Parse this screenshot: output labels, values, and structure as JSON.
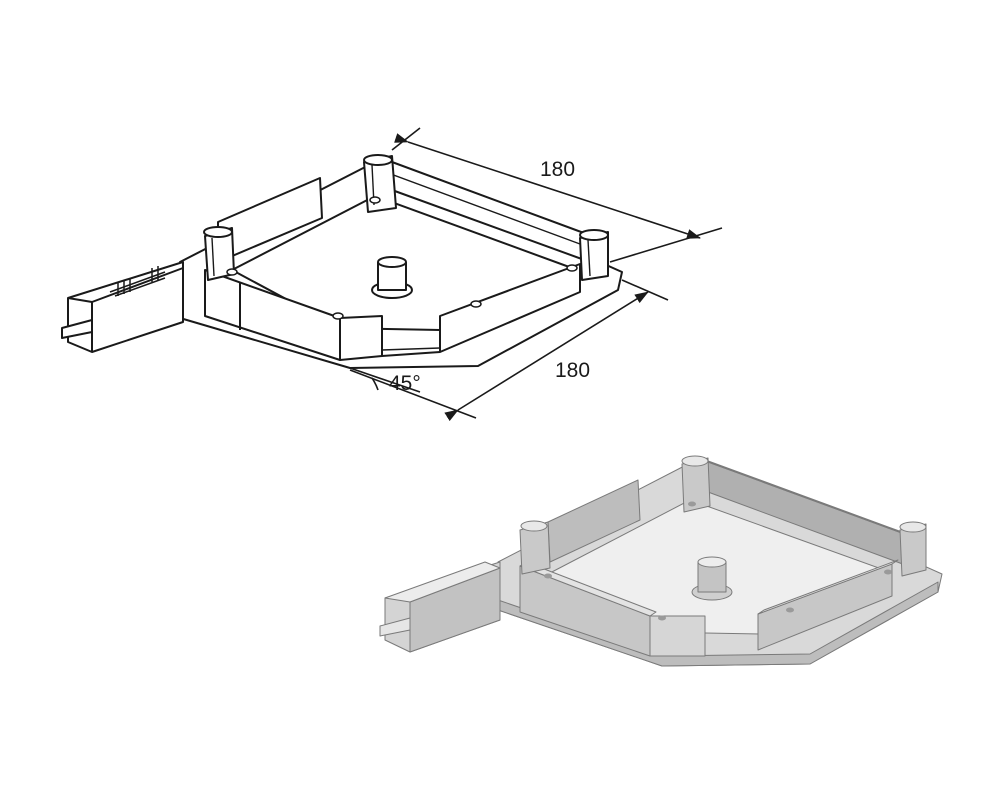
{
  "dimensions": {
    "top_length": "180",
    "side_length": "180",
    "angle": "45°"
  },
  "colors": {
    "line": "#1a1a1a",
    "paper": "#ffffff",
    "render_face": "#d9d9d9",
    "render_top": "#efefef",
    "render_dark": "#a6a6a6",
    "render_edge": "#7a7a7a"
  }
}
